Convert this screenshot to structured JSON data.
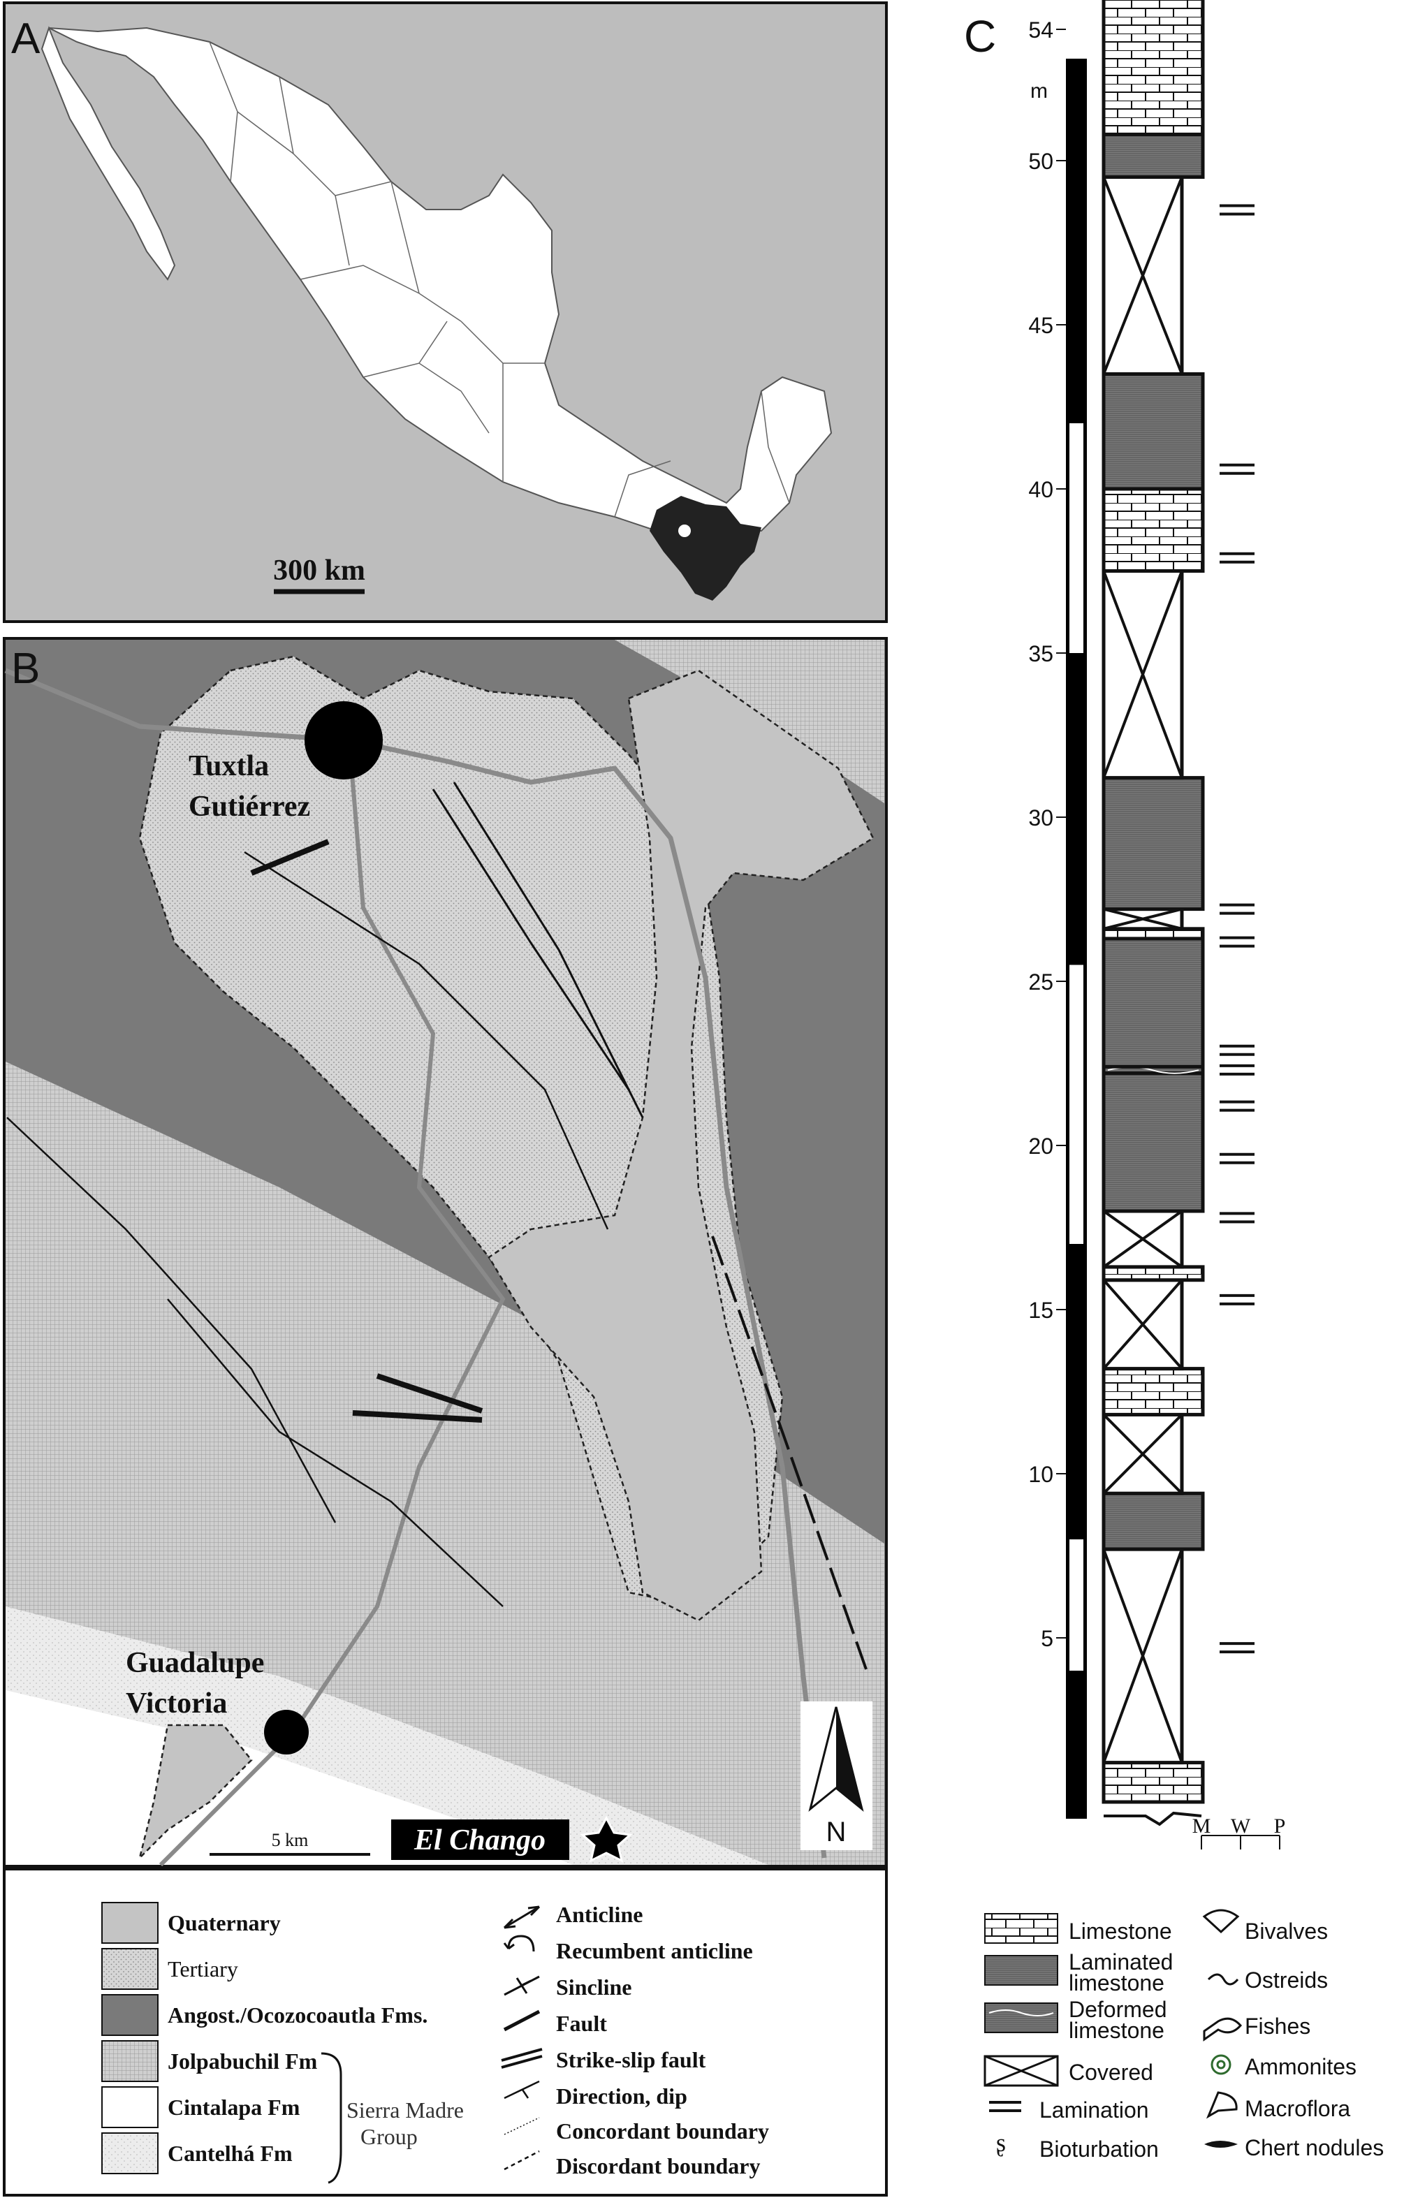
{
  "panels": {
    "a": {
      "letter": "A",
      "scale_label": "300 km"
    },
    "b": {
      "letter": "B",
      "city1": "Tuxtla",
      "city2": "Gutiérrez",
      "town1": "Guadalupe",
      "town2": "Victoria",
      "scale_label": "5 km",
      "site_label": "El Chango",
      "north": "N"
    },
    "c": {
      "letter": "C",
      "unit": "m",
      "ticks": [
        "54",
        "50",
        "45",
        "40",
        "35",
        "30",
        "25",
        "20",
        "15",
        "10",
        "5"
      ],
      "grain_labels": [
        "M",
        "W",
        "P"
      ]
    }
  },
  "legend_map": {
    "units": [
      "Quaternary",
      "Tertiary",
      "Angost./Ocozocoautla Fms.",
      "Jolpabuchil Fm",
      "Cintalapa Fm",
      "Cantelhá Fm"
    ],
    "group_label1": "Sierra Madre",
    "group_label2": "Group",
    "structures": [
      "Anticline",
      "Recumbent anticline",
      "Sincline",
      "Fault",
      "Strike-slip fault",
      "Direction, dip",
      "Concordant boundary",
      "Discordant boundary"
    ]
  },
  "legend_column": {
    "lithology": [
      "Limestone",
      "Laminated",
      "limestone",
      "Deformed",
      "limestone",
      "Covered",
      "Lamination",
      "Bioturbation"
    ],
    "fossils": [
      "Bivalves",
      "Ostreids",
      "Fishes",
      "Ammonites",
      "Macroflora",
      "Chert nodules"
    ]
  }
}
